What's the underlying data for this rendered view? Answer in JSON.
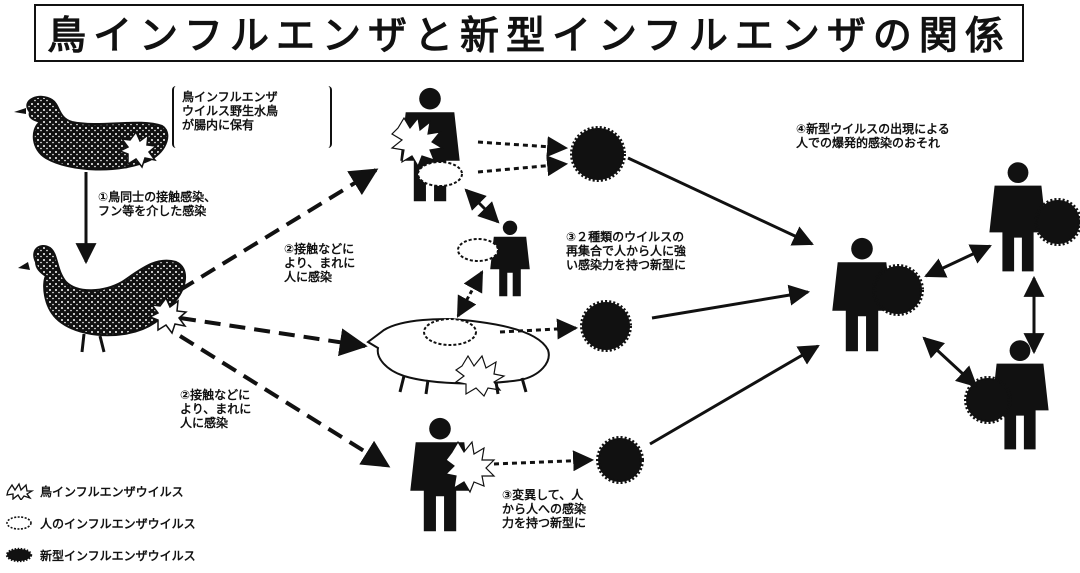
{
  "title": "鳥インフルエンザと新型インフルエンザの関係",
  "labels": {
    "reservoir": [
      "鳥インフルエンザ",
      "ウイルス野生水鳥",
      "が腸内に保有"
    ],
    "step1": [
      "①鳥同士の接触感染、",
      "フン等を介した感染"
    ],
    "step2a": [
      "②接触などに",
      "より、まれに",
      "人に感染"
    ],
    "step2b": [
      "②接触などに",
      "より、まれに",
      "人に感染"
    ],
    "step3a": [
      "③２種類のウイルスの",
      "再集合で人から人に強",
      "い感染力を持つ新型に"
    ],
    "step3b": [
      "③変異して、人",
      "から人への感染",
      "力を持つ新型に"
    ],
    "step4": [
      "④新型ウイルスの出現による",
      "人での爆発的感染のおそれ"
    ]
  },
  "legend": [
    {
      "icon": "bird-flu-virus-icon",
      "label": "鳥インフルエンザウイルス"
    },
    {
      "icon": "human-flu-virus-icon",
      "label": "人のインフルエンザウイルス"
    },
    {
      "icon": "new-flu-virus-icon",
      "label": "新型インフルエンザウイルス"
    }
  ],
  "colors": {
    "ink": "#111111",
    "background": "#ffffff"
  }
}
